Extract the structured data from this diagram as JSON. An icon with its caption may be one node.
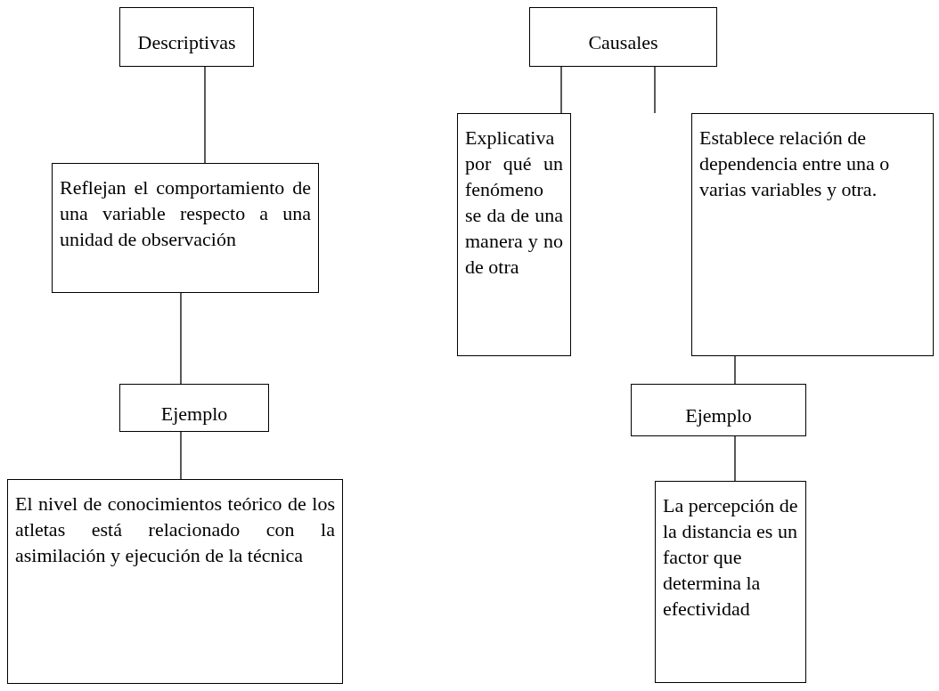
{
  "diagram": {
    "nodes": [
      {
        "text": [
          "Descriptivas"
        ]
      },
      {
        "text": [
          "Reflejan el comportamiento de una variable respecto a una unidad de observación"
        ]
      },
      {
        "text": [
          "Ejemplo"
        ]
      },
      {
        "text": [
          "El nivel de conocimientos teórico de los atletas está relacionado con la asimilación y ejecución de la técnica"
        ]
      },
      {
        "text": [
          "Causales"
        ]
      },
      {
        "text": [
          "Explicativa por qué un fenómeno se da de una manera y no de otra"
        ]
      },
      {
        "text": [
          "Establece relación de dependencia entre una o varias variables y otra."
        ]
      },
      {
        "text": [
          "Ejemplo"
        ]
      },
      {
        "text": [
          "La percepción de la distancia es un factor que determina la efectividad"
        ]
      }
    ],
    "edges": [
      {
        "from": 0,
        "to": 1,
        "arrow": "none"
      },
      {
        "from": 1,
        "to": 2,
        "arrow": "none"
      },
      {
        "from": 2,
        "to": 3,
        "arrow": "none"
      },
      {
        "from": 4,
        "to": 5,
        "arrow": "none"
      },
      {
        "from": 4,
        "to": 6,
        "arrow": "none"
      },
      {
        "from": 6,
        "to": 7,
        "arrow": "none"
      },
      {
        "from": 7,
        "to": 8,
        "arrow": "none"
      }
    ]
  }
}
